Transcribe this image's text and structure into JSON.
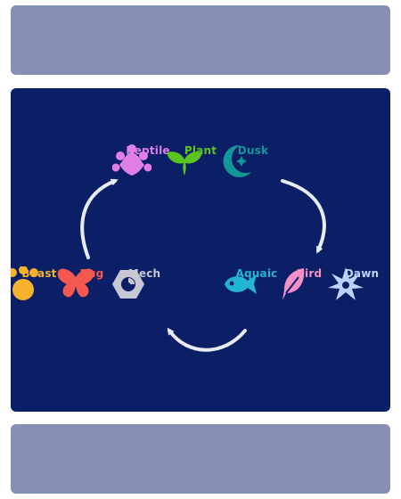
{
  "diagram": {
    "top_row": [
      {
        "label": "Reptile",
        "color": "#e07fe6",
        "icon": "reptile-icon"
      },
      {
        "label": "Plant",
        "color": "#5cc421",
        "icon": "plant-icon"
      },
      {
        "label": "Dusk",
        "color": "#129899",
        "icon": "dusk-icon"
      }
    ],
    "left_row": [
      {
        "label": "Beast",
        "color": "#f6b22d",
        "icon": "beast-icon"
      },
      {
        "label": "Bug",
        "color": "#f5584f",
        "icon": "bug-icon"
      },
      {
        "label": "Mech",
        "color": "#c7c7d3",
        "icon": "mech-icon"
      }
    ],
    "right_row": [
      {
        "label": "Aquaic",
        "color": "#22b5d5",
        "icon": "aquatic-icon"
      },
      {
        "label": "Bird",
        "color": "#f58fc8",
        "icon": "bird-icon"
      },
      {
        "label": "Dawn",
        "color": "#bfd2ff",
        "icon": "dawn-icon"
      }
    ]
  }
}
